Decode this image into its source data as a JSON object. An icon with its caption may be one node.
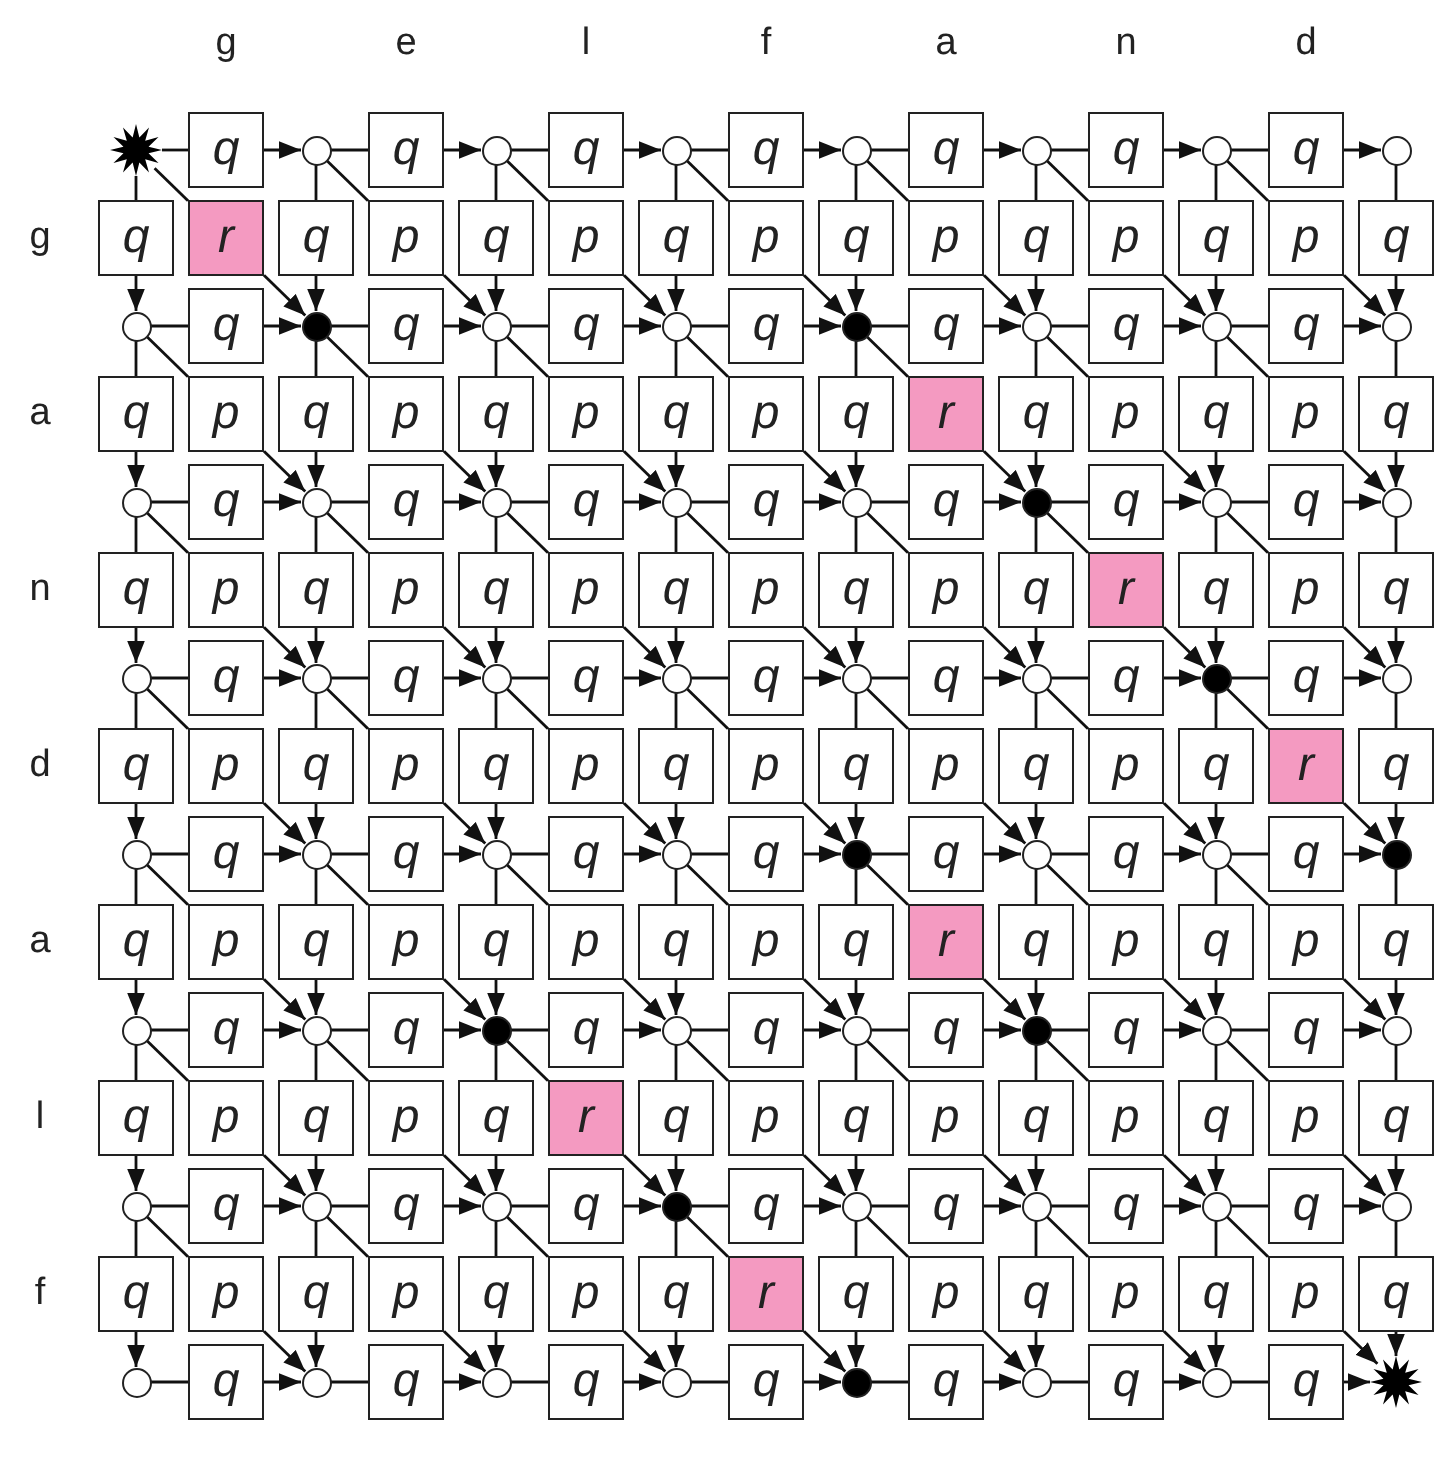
{
  "diagram": {
    "nodes": [
      {
        "text": [],
        "shape": "star"
      },
      {
        "text": [
          "q"
        ]
      },
      {
        "text": [],
        "shape": "circle"
      },
      {
        "text": [
          "q"
        ]
      },
      {
        "text": [],
        "shape": "circle"
      },
      {
        "text": [
          "q"
        ]
      },
      {
        "text": [],
        "shape": "circle"
      },
      {
        "text": [
          "q"
        ]
      },
      {
        "text": [],
        "shape": "circle"
      },
      {
        "text": [
          "q"
        ]
      },
      {
        "text": [],
        "shape": "circle"
      },
      {
        "text": [
          "q"
        ]
      },
      {
        "text": [],
        "shape": "circle"
      },
      {
        "text": [
          "q"
        ]
      },
      {
        "text": [],
        "shape": "circle"
      },
      {
        "text": [
          "q"
        ]
      },
      {
        "text": [
          "r"
        ]
      },
      {
        "text": [
          "q"
        ]
      },
      {
        "text": [
          "p"
        ]
      },
      {
        "text": [
          "q"
        ]
      },
      {
        "text": [
          "p"
        ]
      },
      {
        "text": [
          "q"
        ]
      },
      {
        "text": [
          "p"
        ]
      },
      {
        "text": [
          "q"
        ]
      },
      {
        "text": [
          "p"
        ]
      },
      {
        "text": [
          "q"
        ]
      },
      {
        "text": [
          "p"
        ]
      },
      {
        "text": [
          "q"
        ]
      },
      {
        "text": [
          "p"
        ]
      },
      {
        "text": [
          "q"
        ]
      },
      {
        "text": [],
        "shape": "circle"
      },
      {
        "text": [
          "q"
        ]
      },
      {
        "text": [],
        "shape": "dot"
      },
      {
        "text": [
          "q"
        ]
      },
      {
        "text": [],
        "shape": "circle"
      },
      {
        "text": [
          "q"
        ]
      },
      {
        "text": [],
        "shape": "circle"
      },
      {
        "text": [
          "q"
        ]
      },
      {
        "text": [],
        "shape": "dot"
      },
      {
        "text": [
          "q"
        ]
      },
      {
        "text": [],
        "shape": "circle"
      },
      {
        "text": [
          "q"
        ]
      },
      {
        "text": [],
        "shape": "circle"
      },
      {
        "text": [
          "q"
        ]
      },
      {
        "text": [],
        "shape": "circle"
      },
      {
        "text": [
          "q"
        ]
      },
      {
        "text": [
          "p"
        ]
      },
      {
        "text": [
          "q"
        ]
      },
      {
        "text": [
          "p"
        ]
      },
      {
        "text": [
          "q"
        ]
      },
      {
        "text": [
          "p"
        ]
      },
      {
        "text": [
          "q"
        ]
      },
      {
        "text": [
          "p"
        ]
      },
      {
        "text": [
          "q"
        ]
      },
      {
        "text": [
          "r"
        ]
      },
      {
        "text": [
          "q"
        ]
      },
      {
        "text": [
          "p"
        ]
      },
      {
        "text": [
          "q"
        ]
      },
      {
        "text": [
          "p"
        ]
      },
      {
        "text": [
          "q"
        ]
      },
      {
        "text": [],
        "shape": "circle"
      },
      {
        "text": [
          "q"
        ]
      },
      {
        "text": [],
        "shape": "circle"
      },
      {
        "text": [
          "q"
        ]
      },
      {
        "text": [],
        "shape": "circle"
      },
      {
        "text": [
          "q"
        ]
      },
      {
        "text": [],
        "shape": "circle"
      },
      {
        "text": [
          "q"
        ]
      },
      {
        "text": [],
        "shape": "circle"
      },
      {
        "text": [
          "q"
        ]
      },
      {
        "text": [],
        "shape": "dot"
      },
      {
        "text": [
          "q"
        ]
      },
      {
        "text": [],
        "shape": "circle"
      },
      {
        "text": [
          "q"
        ]
      },
      {
        "text": [],
        "shape": "circle"
      },
      {
        "text": [
          "q"
        ]
      },
      {
        "text": [
          "p"
        ]
      },
      {
        "text": [
          "q"
        ]
      },
      {
        "text": [
          "p"
        ]
      },
      {
        "text": [
          "q"
        ]
      },
      {
        "text": [
          "p"
        ]
      },
      {
        "text": [
          "q"
        ]
      },
      {
        "text": [
          "p"
        ]
      },
      {
        "text": [
          "q"
        ]
      },
      {
        "text": [
          "p"
        ]
      },
      {
        "text": [
          "q"
        ]
      },
      {
        "text": [
          "r"
        ]
      },
      {
        "text": [
          "q"
        ]
      },
      {
        "text": [
          "p"
        ]
      },
      {
        "text": [
          "q"
        ]
      },
      {
        "text": [],
        "shape": "circle"
      },
      {
        "text": [
          "q"
        ]
      },
      {
        "text": [],
        "shape": "circle"
      },
      {
        "text": [
          "q"
        ]
      },
      {
        "text": [],
        "shape": "circle"
      },
      {
        "text": [
          "q"
        ]
      },
      {
        "text": [],
        "shape": "circle"
      },
      {
        "text": [
          "q"
        ]
      },
      {
        "text": [],
        "shape": "circle"
      },
      {
        "text": [
          "q"
        ]
      },
      {
        "text": [],
        "shape": "circle"
      },
      {
        "text": [
          "q"
        ]
      },
      {
        "text": [],
        "shape": "dot"
      },
      {
        "text": [
          "q"
        ]
      },
      {
        "text": [],
        "shape": "circle"
      },
      {
        "text": [
          "q"
        ]
      },
      {
        "text": [
          "p"
        ]
      },
      {
        "text": [
          "q"
        ]
      },
      {
        "text": [
          "p"
        ]
      },
      {
        "text": [
          "q"
        ]
      },
      {
        "text": [
          "p"
        ]
      },
      {
        "text": [
          "q"
        ]
      },
      {
        "text": [
          "p"
        ]
      },
      {
        "text": [
          "q"
        ]
      },
      {
        "text": [
          "p"
        ]
      },
      {
        "text": [
          "q"
        ]
      },
      {
        "text": [
          "p"
        ]
      },
      {
        "text": [
          "q"
        ]
      },
      {
        "text": [
          "r"
        ]
      },
      {
        "text": [
          "q"
        ]
      },
      {
        "text": [],
        "shape": "circle"
      },
      {
        "text": [
          "q"
        ]
      },
      {
        "text": [],
        "shape": "circle"
      },
      {
        "text": [
          "q"
        ]
      },
      {
        "text": [],
        "shape": "circle"
      },
      {
        "text": [
          "q"
        ]
      },
      {
        "text": [],
        "shape": "circle"
      },
      {
        "text": [
          "q"
        ]
      },
      {
        "text": [],
        "shape": "dot"
      },
      {
        "text": [
          "q"
        ]
      },
      {
        "text": [],
        "shape": "circle"
      },
      {
        "text": [
          "q"
        ]
      },
      {
        "text": [],
        "shape": "circle"
      },
      {
        "text": [
          "q"
        ]
      },
      {
        "text": [],
        "shape": "dot"
      },
      {
        "text": [
          "q"
        ]
      },
      {
        "text": [
          "p"
        ]
      },
      {
        "text": [
          "q"
        ]
      },
      {
        "text": [
          "p"
        ]
      },
      {
        "text": [
          "q"
        ]
      },
      {
        "text": [
          "p"
        ]
      },
      {
        "text": [
          "q"
        ]
      },
      {
        "text": [
          "p"
        ]
      },
      {
        "text": [
          "q"
        ]
      },
      {
        "text": [
          "r"
        ]
      },
      {
        "text": [
          "q"
        ]
      },
      {
        "text": [
          "p"
        ]
      },
      {
        "text": [
          "q"
        ]
      },
      {
        "text": [
          "p"
        ]
      },
      {
        "text": [
          "q"
        ]
      },
      {
        "text": [],
        "shape": "circle"
      },
      {
        "text": [
          "q"
        ]
      },
      {
        "text": [],
        "shape": "circle"
      },
      {
        "text": [
          "q"
        ]
      },
      {
        "text": [],
        "shape": "dot"
      },
      {
        "text": [
          "q"
        ]
      },
      {
        "text": [],
        "shape": "circle"
      },
      {
        "text": [
          "q"
        ]
      },
      {
        "text": [],
        "shape": "circle"
      },
      {
        "text": [
          "q"
        ]
      },
      {
        "text": [],
        "shape": "dot"
      },
      {
        "text": [
          "q"
        ]
      },
      {
        "text": [],
        "shape": "circle"
      },
      {
        "text": [
          "q"
        ]
      },
      {
        "text": [],
        "shape": "circle"
      },
      {
        "text": [
          "q"
        ]
      },
      {
        "text": [
          "p"
        ]
      },
      {
        "text": [
          "q"
        ]
      },
      {
        "text": [
          "p"
        ]
      },
      {
        "text": [
          "q"
        ]
      },
      {
        "text": [
          "r"
        ]
      },
      {
        "text": [
          "q"
        ]
      },
      {
        "text": [
          "p"
        ]
      },
      {
        "text": [
          "q"
        ]
      },
      {
        "text": [
          "p"
        ]
      },
      {
        "text": [
          "q"
        ]
      },
      {
        "text": [
          "p"
        ]
      },
      {
        "text": [
          "q"
        ]
      },
      {
        "text": [
          "p"
        ]
      },
      {
        "text": [
          "q"
        ]
      },
      {
        "text": [],
        "shape": "circle"
      },
      {
        "text": [
          "q"
        ]
      },
      {
        "text": [],
        "shape": "circle"
      },
      {
        "text": [
          "q"
        ]
      },
      {
        "text": [],
        "shape": "circle"
      },
      {
        "text": [
          "q"
        ]
      },
      {
        "text": [],
        "shape": "dot"
      },
      {
        "text": [
          "q"
        ]
      },
      {
        "text": [],
        "shape": "circle"
      },
      {
        "text": [
          "q"
        ]
      },
      {
        "text": [],
        "shape": "circle"
      },
      {
        "text": [
          "q"
        ]
      },
      {
        "text": [],
        "shape": "circle"
      },
      {
        "text": [
          "q"
        ]
      },
      {
        "text": [],
        "shape": "circle"
      },
      {
        "text": [
          "q"
        ]
      },
      {
        "text": [
          "p"
        ]
      },
      {
        "text": [
          "q"
        ]
      },
      {
        "text": [
          "p"
        ]
      },
      {
        "text": [
          "q"
        ]
      },
      {
        "text": [
          "p"
        ]
      },
      {
        "text": [
          "q"
        ]
      },
      {
        "text": [
          "r"
        ]
      },
      {
        "text": [
          "q"
        ]
      },
      {
        "text": [
          "p"
        ]
      },
      {
        "text": [
          "q"
        ]
      },
      {
        "text": [
          "p"
        ]
      },
      {
        "text": [
          "q"
        ]
      },
      {
        "text": [
          "p"
        ]
      },
      {
        "text": [
          "q"
        ]
      },
      {
        "text": [],
        "shape": "circle"
      },
      {
        "text": [
          "q"
        ]
      },
      {
        "text": [],
        "shape": "circle"
      },
      {
        "text": [
          "q"
        ]
      },
      {
        "text": [],
        "shape": "circle"
      },
      {
        "text": [
          "q"
        ]
      },
      {
        "text": [],
        "shape": "circle"
      },
      {
        "text": [
          "q"
        ]
      },
      {
        "text": [],
        "shape": "dot"
      },
      {
        "text": [
          "q"
        ]
      },
      {
        "text": [],
        "shape": "circle"
      },
      {
        "text": [
          "q"
        ]
      },
      {
        "text": [],
        "shape": "circle"
      },
      {
        "text": [
          "q"
        ]
      },
      {
        "text": [],
        "shape": "star"
      }
    ],
    "edges": [
      {
        "from": 0,
        "to": 1,
        "arrow": "none"
      },
      {
        "from": 1,
        "to": 2,
        "arrow": "to"
      },
      {
        "from": 2,
        "to": 3,
        "arrow": "none"
      },
      {
        "from": 3,
        "to": 4,
        "arrow": "to"
      },
      {
        "from": 4,
        "to": 5,
        "arrow": "none"
      },
      {
        "from": 5,
        "to": 6,
        "arrow": "to"
      },
      {
        "from": 6,
        "to": 7,
        "arrow": "none"
      },
      {
        "from": 7,
        "to": 8,
        "arrow": "to"
      },
      {
        "from": 8,
        "to": 9,
        "arrow": "none"
      },
      {
        "from": 9,
        "to": 10,
        "arrow": "to"
      },
      {
        "from": 10,
        "to": 11,
        "arrow": "none"
      },
      {
        "from": 11,
        "to": 12,
        "arrow": "to"
      },
      {
        "from": 12,
        "to": 13,
        "arrow": "none"
      },
      {
        "from": 13,
        "to": 14,
        "arrow": "to"
      },
      {
        "from": 0,
        "to": 15,
        "arrow": "none"
      },
      {
        "from": 15,
        "to": 30,
        "arrow": "to"
      },
      {
        "from": 0,
        "to": 16,
        "arrow": "none"
      },
      {
        "from": 16,
        "to": 32,
        "arrow": "to"
      },
      {
        "from": 2,
        "to": 17,
        "arrow": "none"
      },
      {
        "from": 17,
        "to": 32,
        "arrow": "to"
      },
      {
        "from": 2,
        "to": 18,
        "arrow": "none"
      },
      {
        "from": 18,
        "to": 34,
        "arrow": "to"
      },
      {
        "from": 4,
        "to": 19,
        "arrow": "none"
      },
      {
        "from": 19,
        "to": 34,
        "arrow": "to"
      },
      {
        "from": 4,
        "to": 20,
        "arrow": "none"
      },
      {
        "from": 20,
        "to": 36,
        "arrow": "to"
      },
      {
        "from": 6,
        "to": 21,
        "arrow": "none"
      },
      {
        "from": 21,
        "to": 36,
        "arrow": "to"
      },
      {
        "from": 6,
        "to": 22,
        "arrow": "none"
      },
      {
        "from": 22,
        "to": 38,
        "arrow": "to"
      },
      {
        "from": 8,
        "to": 23,
        "arrow": "none"
      },
      {
        "from": 23,
        "to": 38,
        "arrow": "to"
      },
      {
        "from": 8,
        "to": 24,
        "arrow": "none"
      },
      {
        "from": 24,
        "to": 40,
        "arrow": "to"
      },
      {
        "from": 10,
        "to": 25,
        "arrow": "none"
      },
      {
        "from": 25,
        "to": 40,
        "arrow": "to"
      },
      {
        "from": 10,
        "to": 26,
        "arrow": "none"
      },
      {
        "from": 26,
        "to": 42,
        "arrow": "to"
      },
      {
        "from": 12,
        "to": 27,
        "arrow": "none"
      },
      {
        "from": 27,
        "to": 42,
        "arrow": "to"
      },
      {
        "from": 12,
        "to": 28,
        "arrow": "none"
      },
      {
        "from": 28,
        "to": 44,
        "arrow": "to"
      },
      {
        "from": 14,
        "to": 29,
        "arrow": "none"
      },
      {
        "from": 29,
        "to": 44,
        "arrow": "to"
      },
      {
        "from": 30,
        "to": 31,
        "arrow": "none"
      },
      {
        "from": 31,
        "to": 32,
        "arrow": "to"
      },
      {
        "from": 32,
        "to": 33,
        "arrow": "none"
      },
      {
        "from": 33,
        "to": 34,
        "arrow": "to"
      },
      {
        "from": 34,
        "to": 35,
        "arrow": "none"
      },
      {
        "from": 35,
        "to": 36,
        "arrow": "to"
      },
      {
        "from": 36,
        "to": 37,
        "arrow": "none"
      },
      {
        "from": 37,
        "to": 38,
        "arrow": "to"
      },
      {
        "from": 38,
        "to": 39,
        "arrow": "none"
      },
      {
        "from": 39,
        "to": 40,
        "arrow": "to"
      },
      {
        "from": 40,
        "to": 41,
        "arrow": "none"
      },
      {
        "from": 41,
        "to": 42,
        "arrow": "to"
      },
      {
        "from": 42,
        "to": 43,
        "arrow": "none"
      },
      {
        "from": 43,
        "to": 44,
        "arrow": "to"
      },
      {
        "from": 30,
        "to": 45,
        "arrow": "none"
      },
      {
        "from": 45,
        "to": 60,
        "arrow": "to"
      },
      {
        "from": 30,
        "to": 46,
        "arrow": "none"
      },
      {
        "from": 46,
        "to": 62,
        "arrow": "to"
      },
      {
        "from": 32,
        "to": 47,
        "arrow": "none"
      },
      {
        "from": 47,
        "to": 62,
        "arrow": "to"
      },
      {
        "from": 32,
        "to": 48,
        "arrow": "none"
      },
      {
        "from": 48,
        "to": 64,
        "arrow": "to"
      },
      {
        "from": 34,
        "to": 49,
        "arrow": "none"
      },
      {
        "from": 49,
        "to": 64,
        "arrow": "to"
      },
      {
        "from": 34,
        "to": 50,
        "arrow": "none"
      },
      {
        "from": 50,
        "to": 66,
        "arrow": "to"
      },
      {
        "from": 36,
        "to": 51,
        "arrow": "none"
      },
      {
        "from": 51,
        "to": 66,
        "arrow": "to"
      },
      {
        "from": 36,
        "to": 52,
        "arrow": "none"
      },
      {
        "from": 52,
        "to": 68,
        "arrow": "to"
      },
      {
        "from": 38,
        "to": 53,
        "arrow": "none"
      },
      {
        "from": 53,
        "to": 68,
        "arrow": "to"
      },
      {
        "from": 38,
        "to": 54,
        "arrow": "none"
      },
      {
        "from": 54,
        "to": 70,
        "arrow": "to"
      },
      {
        "from": 40,
        "to": 55,
        "arrow": "none"
      },
      {
        "from": 55,
        "to": 70,
        "arrow": "to"
      },
      {
        "from": 40,
        "to": 56,
        "arrow": "none"
      },
      {
        "from": 56,
        "to": 72,
        "arrow": "to"
      },
      {
        "from": 42,
        "to": 57,
        "arrow": "none"
      },
      {
        "from": 57,
        "to": 72,
        "arrow": "to"
      },
      {
        "from": 42,
        "to": 58,
        "arrow": "none"
      },
      {
        "from": 58,
        "to": 74,
        "arrow": "to"
      },
      {
        "from": 44,
        "to": 59,
        "arrow": "none"
      },
      {
        "from": 59,
        "to": 74,
        "arrow": "to"
      },
      {
        "from": 60,
        "to": 61,
        "arrow": "none"
      },
      {
        "from": 61,
        "to": 62,
        "arrow": "to"
      },
      {
        "from": 62,
        "to": 63,
        "arrow": "none"
      },
      {
        "from": 63,
        "to": 64,
        "arrow": "to"
      },
      {
        "from": 64,
        "to": 65,
        "arrow": "none"
      },
      {
        "from": 65,
        "to": 66,
        "arrow": "to"
      },
      {
        "from": 66,
        "to": 67,
        "arrow": "none"
      },
      {
        "from": 67,
        "to": 68,
        "arrow": "to"
      },
      {
        "from": 68,
        "to": 69,
        "arrow": "none"
      },
      {
        "from": 69,
        "to": 70,
        "arrow": "to"
      },
      {
        "from": 70,
        "to": 71,
        "arrow": "none"
      },
      {
        "from": 71,
        "to": 72,
        "arrow": "to"
      },
      {
        "from": 72,
        "to": 73,
        "arrow": "none"
      },
      {
        "from": 73,
        "to": 74,
        "arrow": "to"
      },
      {
        "from": 60,
        "to": 75,
        "arrow": "none"
      },
      {
        "from": 75,
        "to": 90,
        "arrow": "to"
      },
      {
        "from": 60,
        "to": 76,
        "arrow": "none"
      },
      {
        "from": 76,
        "to": 92,
        "arrow": "to"
      },
      {
        "from": 62,
        "to": 77,
        "arrow": "none"
      },
      {
        "from": 77,
        "to": 92,
        "arrow": "to"
      },
      {
        "from": 62,
        "to": 78,
        "arrow": "none"
      },
      {
        "from": 78,
        "to": 94,
        "arrow": "to"
      },
      {
        "from": 64,
        "to": 79,
        "arrow": "none"
      },
      {
        "from": 79,
        "to": 94,
        "arrow": "to"
      },
      {
        "from": 64,
        "to": 80,
        "arrow": "none"
      },
      {
        "from": 80,
        "to": 96,
        "arrow": "to"
      },
      {
        "from": 66,
        "to": 81,
        "arrow": "none"
      },
      {
        "from": 81,
        "to": 96,
        "arrow": "to"
      },
      {
        "from": 66,
        "to": 82,
        "arrow": "none"
      },
      {
        "from": 82,
        "to": 98,
        "arrow": "to"
      },
      {
        "from": 68,
        "to": 83,
        "arrow": "none"
      },
      {
        "from": 83,
        "to": 98,
        "arrow": "to"
      },
      {
        "from": 68,
        "to": 84,
        "arrow": "none"
      },
      {
        "from": 84,
        "to": 100,
        "arrow": "to"
      },
      {
        "from": 70,
        "to": 85,
        "arrow": "none"
      },
      {
        "from": 85,
        "to": 100,
        "arrow": "to"
      },
      {
        "from": 70,
        "to": 86,
        "arrow": "none"
      },
      {
        "from": 86,
        "to": 102,
        "arrow": "to"
      },
      {
        "from": 72,
        "to": 87,
        "arrow": "none"
      },
      {
        "from": 87,
        "to": 102,
        "arrow": "to"
      },
      {
        "from": 72,
        "to": 88,
        "arrow": "none"
      },
      {
        "from": 88,
        "to": 104,
        "arrow": "to"
      },
      {
        "from": 74,
        "to": 89,
        "arrow": "none"
      },
      {
        "from": 89,
        "to": 104,
        "arrow": "to"
      },
      {
        "from": 90,
        "to": 91,
        "arrow": "none"
      },
      {
        "from": 91,
        "to": 92,
        "arrow": "to"
      },
      {
        "from": 92,
        "to": 93,
        "arrow": "none"
      },
      {
        "from": 93,
        "to": 94,
        "arrow": "to"
      },
      {
        "from": 94,
        "to": 95,
        "arrow": "none"
      },
      {
        "from": 95,
        "to": 96,
        "arrow": "to"
      },
      {
        "from": 96,
        "to": 97,
        "arrow": "none"
      },
      {
        "from": 97,
        "to": 98,
        "arrow": "to"
      },
      {
        "from": 98,
        "to": 99,
        "arrow": "none"
      },
      {
        "from": 99,
        "to": 100,
        "arrow": "to"
      },
      {
        "from": 100,
        "to": 101,
        "arrow": "none"
      },
      {
        "from": 101,
        "to": 102,
        "arrow": "to"
      },
      {
        "from": 102,
        "to": 103,
        "arrow": "none"
      },
      {
        "from": 103,
        "to": 104,
        "arrow": "to"
      },
      {
        "from": 90,
        "to": 105,
        "arrow": "none"
      },
      {
        "from": 105,
        "to": 120,
        "arrow": "to"
      },
      {
        "from": 90,
        "to": 106,
        "arrow": "none"
      },
      {
        "from": 106,
        "to": 122,
        "arrow": "to"
      },
      {
        "from": 92,
        "to": 107,
        "arrow": "none"
      },
      {
        "from": 107,
        "to": 122,
        "arrow": "to"
      },
      {
        "from": 92,
        "to": 108,
        "arrow": "none"
      },
      {
        "from": 108,
        "to": 124,
        "arrow": "to"
      },
      {
        "from": 94,
        "to": 109,
        "arrow": "none"
      },
      {
        "from": 109,
        "to": 124,
        "arrow": "to"
      },
      {
        "from": 94,
        "to": 110,
        "arrow": "none"
      },
      {
        "from": 110,
        "to": 126,
        "arrow": "to"
      },
      {
        "from": 96,
        "to": 111,
        "arrow": "none"
      },
      {
        "from": 111,
        "to": 126,
        "arrow": "to"
      },
      {
        "from": 96,
        "to": 112,
        "arrow": "none"
      },
      {
        "from": 112,
        "to": 128,
        "arrow": "to"
      },
      {
        "from": 98,
        "to": 113,
        "arrow": "none"
      },
      {
        "from": 113,
        "to": 128,
        "arrow": "to"
      },
      {
        "from": 98,
        "to": 114,
        "arrow": "none"
      },
      {
        "from": 114,
        "to": 130,
        "arrow": "to"
      },
      {
        "from": 100,
        "to": 115,
        "arrow": "none"
      },
      {
        "from": 115,
        "to": 130,
        "arrow": "to"
      },
      {
        "from": 100,
        "to": 116,
        "arrow": "none"
      },
      {
        "from": 116,
        "to": 132,
        "arrow": "to"
      },
      {
        "from": 102,
        "to": 117,
        "arrow": "none"
      },
      {
        "from": 117,
        "to": 132,
        "arrow": "to"
      },
      {
        "from": 102,
        "to": 118,
        "arrow": "none"
      },
      {
        "from": 118,
        "to": 134,
        "arrow": "to"
      },
      {
        "from": 104,
        "to": 119,
        "arrow": "none"
      },
      {
        "from": 119,
        "to": 134,
        "arrow": "to"
      },
      {
        "from": 120,
        "to": 121,
        "arrow": "none"
      },
      {
        "from": 121,
        "to": 122,
        "arrow": "to"
      },
      {
        "from": 122,
        "to": 123,
        "arrow": "none"
      },
      {
        "from": 123,
        "to": 124,
        "arrow": "to"
      },
      {
        "from": 124,
        "to": 125,
        "arrow": "none"
      },
      {
        "from": 125,
        "to": 126,
        "arrow": "to"
      },
      {
        "from": 126,
        "to": 127,
        "arrow": "none"
      },
      {
        "from": 127,
        "to": 128,
        "arrow": "to"
      },
      {
        "from": 128,
        "to": 129,
        "arrow": "none"
      },
      {
        "from": 129,
        "to": 130,
        "arrow": "to"
      },
      {
        "from": 130,
        "to": 131,
        "arrow": "none"
      },
      {
        "from": 131,
        "to": 132,
        "arrow": "to"
      },
      {
        "from": 132,
        "to": 133,
        "arrow": "none"
      },
      {
        "from": 133,
        "to": 134,
        "arrow": "to"
      },
      {
        "from": 120,
        "to": 135,
        "arrow": "none"
      },
      {
        "from": 135,
        "to": 150,
        "arrow": "to"
      },
      {
        "from": 120,
        "to": 136,
        "arrow": "none"
      },
      {
        "from": 136,
        "to": 152,
        "arrow": "to"
      },
      {
        "from": 122,
        "to": 137,
        "arrow": "none"
      },
      {
        "from": 137,
        "to": 152,
        "arrow": "to"
      },
      {
        "from": 122,
        "to": 138,
        "arrow": "none"
      },
      {
        "from": 138,
        "to": 154,
        "arrow": "to"
      },
      {
        "from": 124,
        "to": 139,
        "arrow": "none"
      },
      {
        "from": 139,
        "to": 154,
        "arrow": "to"
      },
      {
        "from": 124,
        "to": 140,
        "arrow": "none"
      },
      {
        "from": 140,
        "to": 156,
        "arrow": "to"
      },
      {
        "from": 126,
        "to": 141,
        "arrow": "none"
      },
      {
        "from": 141,
        "to": 156,
        "arrow": "to"
      },
      {
        "from": 126,
        "to": 142,
        "arrow": "none"
      },
      {
        "from": 142,
        "to": 158,
        "arrow": "to"
      },
      {
        "from": 128,
        "to": 143,
        "arrow": "none"
      },
      {
        "from": 143,
        "to": 158,
        "arrow": "to"
      },
      {
        "from": 128,
        "to": 144,
        "arrow": "none"
      },
      {
        "from": 144,
        "to": 160,
        "arrow": "to"
      },
      {
        "from": 130,
        "to": 145,
        "arrow": "none"
      },
      {
        "from": 145,
        "to": 160,
        "arrow": "to"
      },
      {
        "from": 130,
        "to": 146,
        "arrow": "none"
      },
      {
        "from": 146,
        "to": 162,
        "arrow": "to"
      },
      {
        "from": 132,
        "to": 147,
        "arrow": "none"
      },
      {
        "from": 147,
        "to": 162,
        "arrow": "to"
      },
      {
        "from": 132,
        "to": 148,
        "arrow": "none"
      },
      {
        "from": 148,
        "to": 164,
        "arrow": "to"
      },
      {
        "from": 134,
        "to": 149,
        "arrow": "none"
      },
      {
        "from": 149,
        "to": 164,
        "arrow": "to"
      },
      {
        "from": 150,
        "to": 151,
        "arrow": "none"
      },
      {
        "from": 151,
        "to": 152,
        "arrow": "to"
      },
      {
        "from": 152,
        "to": 153,
        "arrow": "none"
      },
      {
        "from": 153,
        "to": 154,
        "arrow": "to"
      },
      {
        "from": 154,
        "to": 155,
        "arrow": "none"
      },
      {
        "from": 155,
        "to": 156,
        "arrow": "to"
      },
      {
        "from": 156,
        "to": 157,
        "arrow": "none"
      },
      {
        "from": 157,
        "to": 158,
        "arrow": "to"
      },
      {
        "from": 158,
        "to": 159,
        "arrow": "none"
      },
      {
        "from": 159,
        "to": 160,
        "arrow": "to"
      },
      {
        "from": 160,
        "to": 161,
        "arrow": "none"
      },
      {
        "from": 161,
        "to": 162,
        "arrow": "to"
      },
      {
        "from": 162,
        "to": 163,
        "arrow": "none"
      },
      {
        "from": 163,
        "to": 164,
        "arrow": "to"
      },
      {
        "from": 150,
        "to": 165,
        "arrow": "none"
      },
      {
        "from": 165,
        "to": 180,
        "arrow": "to"
      },
      {
        "from": 150,
        "to": 166,
        "arrow": "none"
      },
      {
        "from": 166,
        "to": 182,
        "arrow": "to"
      },
      {
        "from": 152,
        "to": 167,
        "arrow": "none"
      },
      {
        "from": 167,
        "to": 182,
        "arrow": "to"
      },
      {
        "from": 152,
        "to": 168,
        "arrow": "none"
      },
      {
        "from": 168,
        "to": 184,
        "arrow": "to"
      },
      {
        "from": 154,
        "to": 169,
        "arrow": "none"
      },
      {
        "from": 169,
        "to": 184,
        "arrow": "to"
      },
      {
        "from": 154,
        "to": 170,
        "arrow": "none"
      },
      {
        "from": 170,
        "to": 186,
        "arrow": "to"
      },
      {
        "from": 156,
        "to": 171,
        "arrow": "none"
      },
      {
        "from": 171,
        "to": 186,
        "arrow": "to"
      },
      {
        "from": 156,
        "to": 172,
        "arrow": "none"
      },
      {
        "from": 172,
        "to": 188,
        "arrow": "to"
      },
      {
        "from": 158,
        "to": 173,
        "arrow": "none"
      },
      {
        "from": 173,
        "to": 188,
        "arrow": "to"
      },
      {
        "from": 158,
        "to": 174,
        "arrow": "none"
      },
      {
        "from": 174,
        "to": 190,
        "arrow": "to"
      },
      {
        "from": 160,
        "to": 175,
        "arrow": "none"
      },
      {
        "from": 175,
        "to": 190,
        "arrow": "to"
      },
      {
        "from": 160,
        "to": 176,
        "arrow": "none"
      },
      {
        "from": 176,
        "to": 192,
        "arrow": "to"
      },
      {
        "from": 162,
        "to": 177,
        "arrow": "none"
      },
      {
        "from": 177,
        "to": 192,
        "arrow": "to"
      },
      {
        "from": 162,
        "to": 178,
        "arrow": "none"
      },
      {
        "from": 178,
        "to": 194,
        "arrow": "to"
      },
      {
        "from": 164,
        "to": 179,
        "arrow": "none"
      },
      {
        "from": 179,
        "to": 194,
        "arrow": "to"
      },
      {
        "from": 180,
        "to": 181,
        "arrow": "none"
      },
      {
        "from": 181,
        "to": 182,
        "arrow": "to"
      },
      {
        "from": 182,
        "to": 183,
        "arrow": "none"
      },
      {
        "from": 183,
        "to": 184,
        "arrow": "to"
      },
      {
        "from": 184,
        "to": 185,
        "arrow": "none"
      },
      {
        "from": 185,
        "to": 186,
        "arrow": "to"
      },
      {
        "from": 186,
        "to": 187,
        "arrow": "none"
      },
      {
        "from": 187,
        "to": 188,
        "arrow": "to"
      },
      {
        "from": 188,
        "to": 189,
        "arrow": "none"
      },
      {
        "from": 189,
        "to": 190,
        "arrow": "to"
      },
      {
        "from": 190,
        "to": 191,
        "arrow": "none"
      },
      {
        "from": 191,
        "to": 192,
        "arrow": "to"
      },
      {
        "from": 192,
        "to": 193,
        "arrow": "none"
      },
      {
        "from": 193,
        "to": 194,
        "arrow": "to"
      },
      {
        "from": 180,
        "to": 195,
        "arrow": "none"
      },
      {
        "from": 195,
        "to": 210,
        "arrow": "to"
      },
      {
        "from": 180,
        "to": 196,
        "arrow": "none"
      },
      {
        "from": 196,
        "to": 212,
        "arrow": "to"
      },
      {
        "from": 182,
        "to": 197,
        "arrow": "none"
      },
      {
        "from": 197,
        "to": 212,
        "arrow": "to"
      },
      {
        "from": 182,
        "to": 198,
        "arrow": "none"
      },
      {
        "from": 198,
        "to": 214,
        "arrow": "to"
      },
      {
        "from": 184,
        "to": 199,
        "arrow": "none"
      },
      {
        "from": 199,
        "to": 214,
        "arrow": "to"
      },
      {
        "from": 184,
        "to": 200,
        "arrow": "none"
      },
      {
        "from": 200,
        "to": 216,
        "arrow": "to"
      },
      {
        "from": 186,
        "to": 201,
        "arrow": "none"
      },
      {
        "from": 201,
        "to": 216,
        "arrow": "to"
      },
      {
        "from": 186,
        "to": 202,
        "arrow": "none"
      },
      {
        "from": 202,
        "to": 218,
        "arrow": "to"
      },
      {
        "from": 188,
        "to": 203,
        "arrow": "none"
      },
      {
        "from": 203,
        "to": 218,
        "arrow": "to"
      },
      {
        "from": 188,
        "to": 204,
        "arrow": "none"
      },
      {
        "from": 204,
        "to": 220,
        "arrow": "to"
      },
      {
        "from": 190,
        "to": 205,
        "arrow": "none"
      },
      {
        "from": 205,
        "to": 220,
        "arrow": "to"
      },
      {
        "from": 190,
        "to": 206,
        "arrow": "none"
      },
      {
        "from": 206,
        "to": 222,
        "arrow": "to"
      },
      {
        "from": 192,
        "to": 207,
        "arrow": "none"
      },
      {
        "from": 207,
        "to": 222,
        "arrow": "to"
      },
      {
        "from": 192,
        "to": 208,
        "arrow": "none"
      },
      {
        "from": 208,
        "to": 224,
        "arrow": "to"
      },
      {
        "from": 194,
        "to": 209,
        "arrow": "none"
      },
      {
        "from": 209,
        "to": 224,
        "arrow": "to"
      },
      {
        "from": 210,
        "to": 211,
        "arrow": "none"
      },
      {
        "from": 211,
        "to": 212,
        "arrow": "to"
      },
      {
        "from": 212,
        "to": 213,
        "arrow": "none"
      },
      {
        "from": 213,
        "to": 214,
        "arrow": "to"
      },
      {
        "from": 214,
        "to": 215,
        "arrow": "none"
      },
      {
        "from": 215,
        "to": 216,
        "arrow": "to"
      },
      {
        "from": 216,
        "to": 217,
        "arrow": "none"
      },
      {
        "from": 217,
        "to": 218,
        "arrow": "to"
      },
      {
        "from": 218,
        "to": 219,
        "arrow": "none"
      },
      {
        "from": 219,
        "to": 220,
        "arrow": "to"
      },
      {
        "from": 220,
        "to": 221,
        "arrow": "none"
      },
      {
        "from": 221,
        "to": 222,
        "arrow": "to"
      },
      {
        "from": 222,
        "to": 223,
        "arrow": "none"
      },
      {
        "from": 223,
        "to": 224,
        "arrow": "to"
      }
    ],
    "labels": [
      "g",
      "e",
      "l",
      "f",
      "a",
      "n",
      "d",
      "g",
      "a",
      "n",
      "d",
      "a",
      "l",
      "f"
    ]
  }
}
